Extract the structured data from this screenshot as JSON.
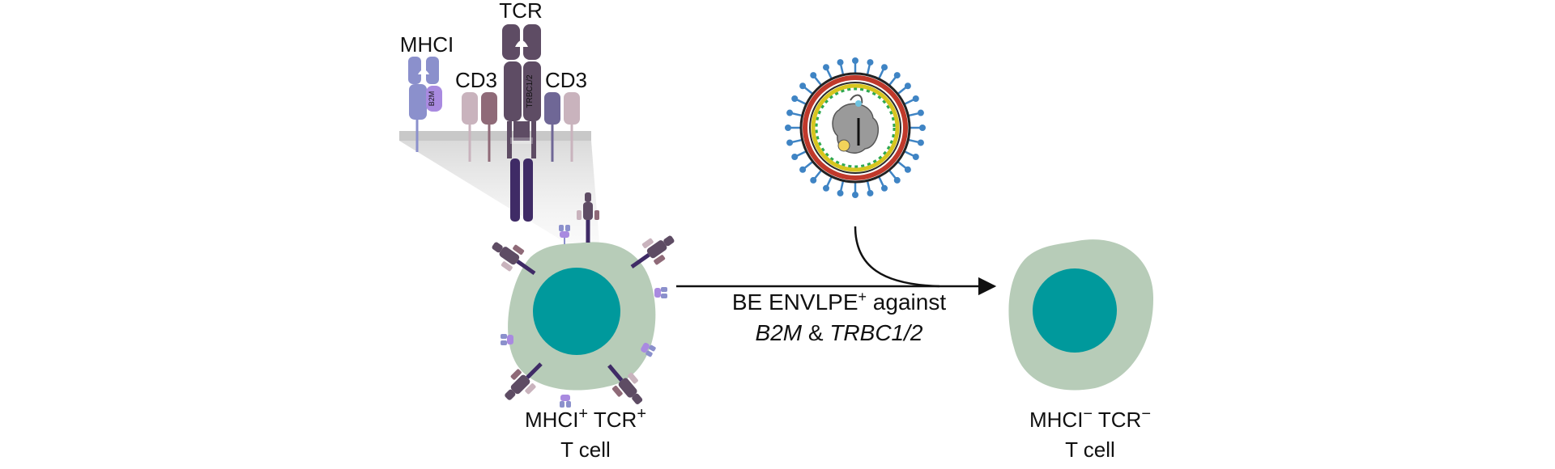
{
  "labels": {
    "tcr": "TCR",
    "mhci": "MHCI",
    "cd3_left": "CD3",
    "cd3_right": "CD3",
    "trbc": "TRBC1/2",
    "b2m_domain": "B2M",
    "arrow_line1_main": "BE ENVLPE",
    "arrow_line1_sup": "+",
    "arrow_line1_tail": " against",
    "arrow_line2_gene1": "B2M",
    "arrow_line2_amp": " & ",
    "arrow_line2_gene2": "TRBC1/2",
    "left_cell_mhci": "MHCI",
    "left_cell_mhci_sup": "+",
    "left_cell_tcr": " TCR",
    "left_cell_tcr_sup": "+",
    "left_cell_type": "T cell",
    "right_cell_mhci": "MHCI",
    "right_cell_mhci_sup": "−",
    "right_cell_tcr": " TCR",
    "right_cell_tcr_sup": "−",
    "right_cell_type": "T cell"
  },
  "colors": {
    "mhci": "#8b90cc",
    "b2m": "#a98ae0",
    "tcr": "#5e4c64",
    "tcr_dark": "#3f2b66",
    "cd3_light": "#c9b3bd",
    "cd3_mid": "#8f6a78",
    "cd3_purple": "#6f6796",
    "membrane": "#c8c8c8",
    "cytoplasm": "#b7ccb8",
    "nucleus": "#00999c",
    "virus_spike": "#3f84c4",
    "virus_red": "#c0392b",
    "virus_yellow": "#d8c51f",
    "virus_green": "#2fa84f"
  }
}
